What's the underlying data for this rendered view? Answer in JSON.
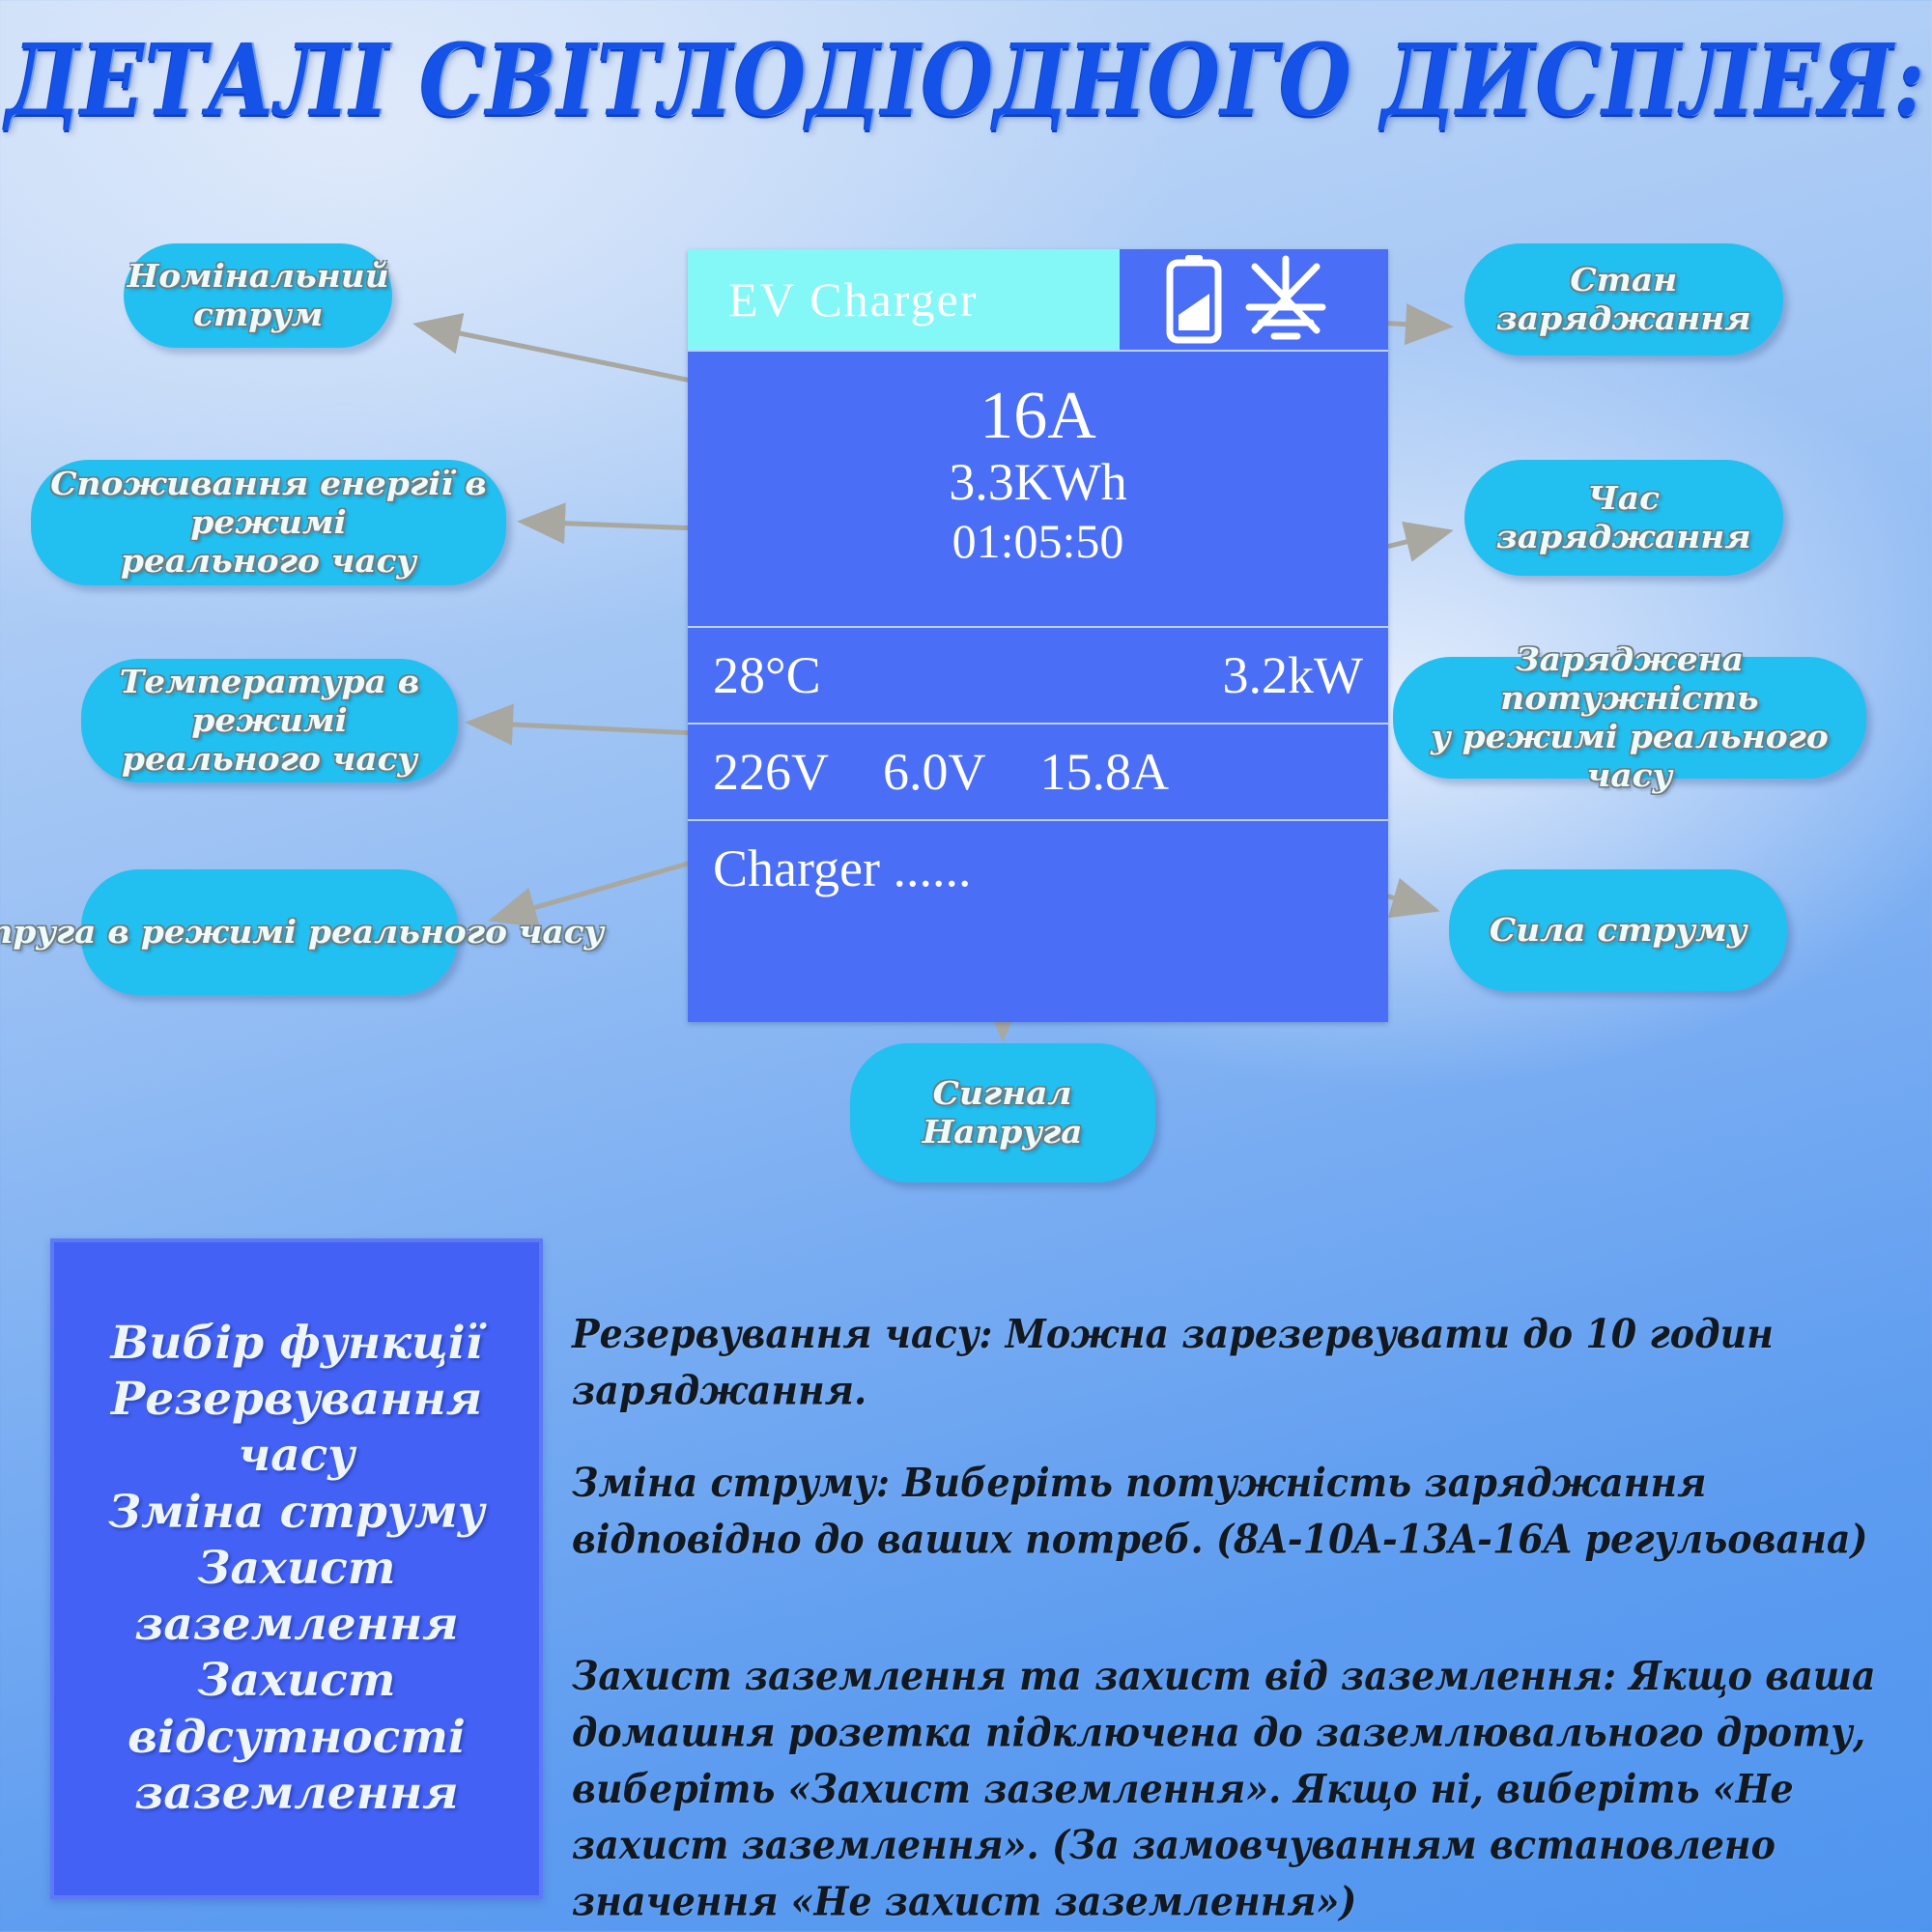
{
  "title": "ДЕТАЛІ СВІТЛОДІОДНОГО ДИСПЛЕЯ:",
  "colors": {
    "title_blue": "#1452e8",
    "pill_cyan": "#22c0f0",
    "display_blue": "#4a6ef5",
    "display_header_cyan": "#84f7f7",
    "panel_blue": "#4361f4",
    "connector_gray": "#a8a8a0",
    "display_text": "#ffffff"
  },
  "display": {
    "header_title": "EV Charger",
    "icons": [
      "battery-icon",
      "ground-protection-icon"
    ],
    "rated_current": "16A",
    "energy": "3.3KWh",
    "elapsed_time": "01:05:50",
    "temperature": "28°C",
    "power": "3.2kW",
    "mains_voltage": "226V",
    "signal_voltage": "6.0V",
    "current": "15.8A",
    "status": "Charger ......"
  },
  "callouts": {
    "rated_current": "Номінальний\nструм",
    "energy_realtime": "Споживання енергії в режимі\nреального часу",
    "temperature_realtime": "Температура в режимі\nреального часу",
    "voltage_realtime": "Напруга в режимі реального часу",
    "charge_state": "Стан\nзаряджання",
    "charge_time": "Час\nзаряджання",
    "charged_power_realtime": "Заряджена потужність\nу режимі реального часу",
    "current_strength": "Сила струму",
    "signal_voltage": "Сигнал\nНапруга"
  },
  "function_panel": {
    "items": "Вибір функції\nРезервування часу\nЗміна струму\nЗахист\nзаземлення\nЗахист\nвідсутності\nзаземлення"
  },
  "descriptions": {
    "reserve": "Резервування часу: Можна зарезервувати до 10 годин заряджання.",
    "current_change": "Зміна струму: Виберіть потужність заряджання відповідно до ваших потреб.  (8A-10A-13A-16A регульована)",
    "ground_protection": "Захист заземлення та захист від заземлення: Якщо ваша домашня розетка підключена до заземлювального дроту, виберіть «Захист заземлення». Якщо ні, виберіть «Не захист заземлення». (За замовчуванням встановлено значення «Не захист заземлення»)"
  }
}
